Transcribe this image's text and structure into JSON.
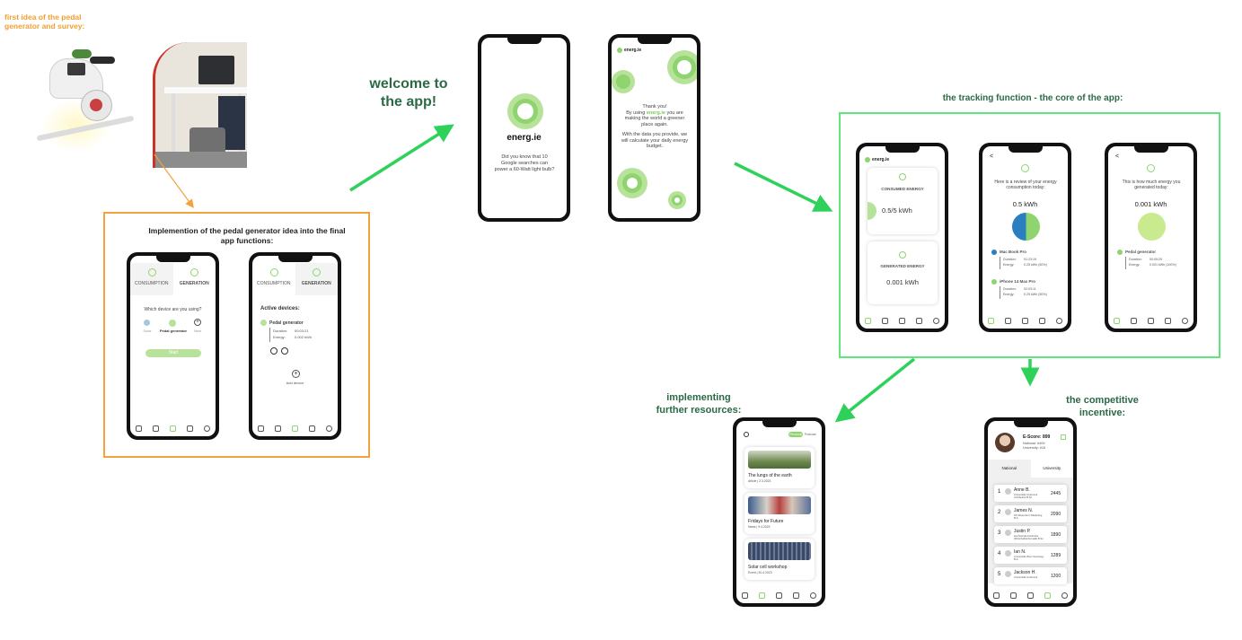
{
  "captions": {
    "first_idea": "first idea of the pedal generator and survey:",
    "implementation": "Implemention of the pedal generator idea into the final app functions:",
    "welcome": "welcome to the app!",
    "tracking": "the tracking function - the core of the app:",
    "resources": "implementing further resources:",
    "competitive": "the competitive incentive:"
  },
  "colors": {
    "arrow_green": "#2ed25a",
    "frame_orange": "#f4a23c",
    "frame_green": "#5ee67a",
    "light_green": "#b7e29a",
    "mid_green": "#8fd46e",
    "blue": "#2a7fc1"
  },
  "impl_phone1": {
    "tab_consumption": "CONSUMPTION",
    "tab_generation": "GENERATION",
    "question": "Which device are you using?",
    "options": [
      "Solar",
      "Pedal generator",
      "New"
    ],
    "start": "Start"
  },
  "impl_phone2": {
    "tab_consumption": "CONSUMPTION",
    "tab_generation": "GENERATION",
    "heading": "Active devices:",
    "device": "Pedal generator",
    "duration_label": "Duration:",
    "duration_value": "00:03:21",
    "energy_label": "Energy:",
    "energy_value": "0.002 kWh",
    "add_device": "Add device"
  },
  "welcome_phone1": {
    "brand": "energ.ie",
    "fact": "Did you know that 10 Google searches can power a 60-Watt light bulb?"
  },
  "welcome_phone2": {
    "brand": "energ.ie",
    "thanks": "Thank you!",
    "line1": "By using",
    "brand_inline": "energ.ie",
    "line2": "you are making the world a greener place again.",
    "line3": "With the data you provide, we will calculate your daily energy budget."
  },
  "track_phone1": {
    "brand": "energ.ie",
    "consumed_title": "CONSUMED ENERGY",
    "consumed_value": "0.5/5 kWh",
    "generated_title": "GENERATED ENERGY",
    "generated_value": "0.001 kWh"
  },
  "track_phone2": {
    "back": "<",
    "intro": "Here is a review of your energy consumption today:",
    "total": "0.5 kWh",
    "devices": [
      {
        "name": "Mac Book Pro",
        "duration": "01:23:19",
        "energy": "0.25 kWh (50%)",
        "color": "#2a7fc1"
      },
      {
        "name": "iPhone 14 Max Pro",
        "duration": "02:03:11",
        "energy": "0.25 kWh (50%)",
        "color": "#8fd46e"
      }
    ],
    "duration_label": "Duration:",
    "energy_label": "Energy:"
  },
  "track_phone3": {
    "back": "<",
    "intro": "This is how much energy you generated today:",
    "total": "0.001 kWh",
    "device": "Pedal generator",
    "duration_label": "Duration:",
    "duration_value": "00:05:29",
    "energy_label": "Energy:",
    "energy_value": "0.001 kWh (100%)"
  },
  "resources_phone": {
    "tab_active": "Personal",
    "tab_other": "Podcast",
    "articles": [
      {
        "title": "The lungs of the earth",
        "meta": "Article | 2.3.2023"
      },
      {
        "title": "Fridays for Future",
        "meta": "News | 9.4.2023"
      },
      {
        "title": "Solar cell workshop",
        "meta": "Event | 30.4.2023"
      }
    ]
  },
  "ranking_phone": {
    "escore": "E-Score: 899",
    "national": "National: #409",
    "university": "University: #16",
    "tab_national": "National",
    "tab_university": "University",
    "rows": [
      {
        "rank": "1",
        "name": "Anne B.",
        "sub": "Universität Innsbruck Architektur B.Sc.",
        "score": "2445"
      },
      {
        "rank": "2",
        "name": "James N.",
        "sub": "HS Weserbern Marketing B.A.",
        "score": "2090"
      },
      {
        "rank": "3",
        "name": "Justin P.",
        "sub": "Hochschule Karlsruhe Wirtschaftsinformatik B.Sc.",
        "score": "1890"
      },
      {
        "rank": "4",
        "name": "Ian N.",
        "sub": "Universität Wien Sociology B.A.",
        "score": "1289"
      },
      {
        "rank": "5",
        "name": "Jackson H.",
        "sub": "Universität Innsbruck",
        "score": "1200"
      }
    ]
  }
}
